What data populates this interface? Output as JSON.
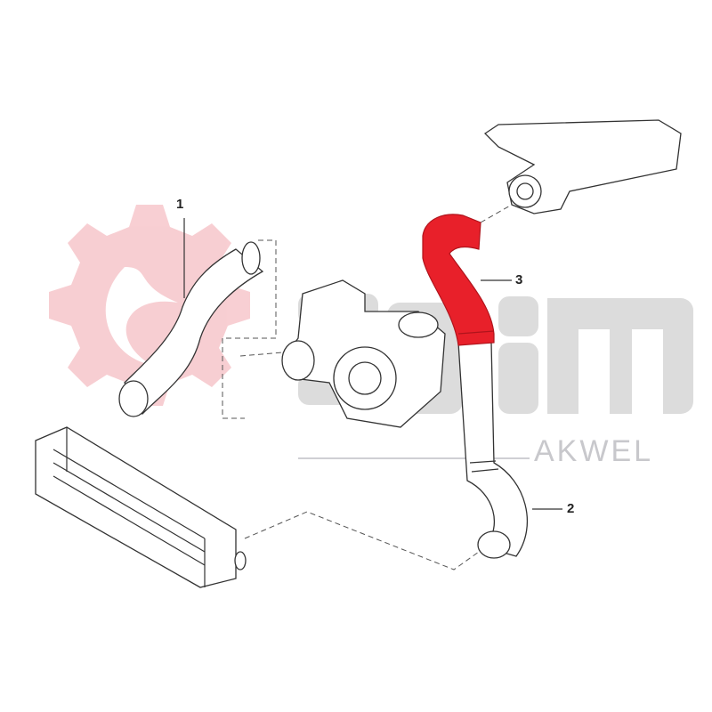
{
  "diagram": {
    "callouts": [
      {
        "number": "1"
      },
      {
        "number": "2"
      },
      {
        "number": "3"
      }
    ],
    "highlighted_part": "3",
    "highlight_color": "#e8202a",
    "parts": [
      "charge-air-hose-1",
      "charge-air-hose-2",
      "charge-air-hose-3",
      "turbocharger",
      "intercooler",
      "intake-manifold"
    ]
  },
  "watermark": {
    "logo_text": "seim",
    "brand_text": "AKWEL",
    "logo_color": "#f4b8bd",
    "text_color": "#c8c8cc"
  }
}
